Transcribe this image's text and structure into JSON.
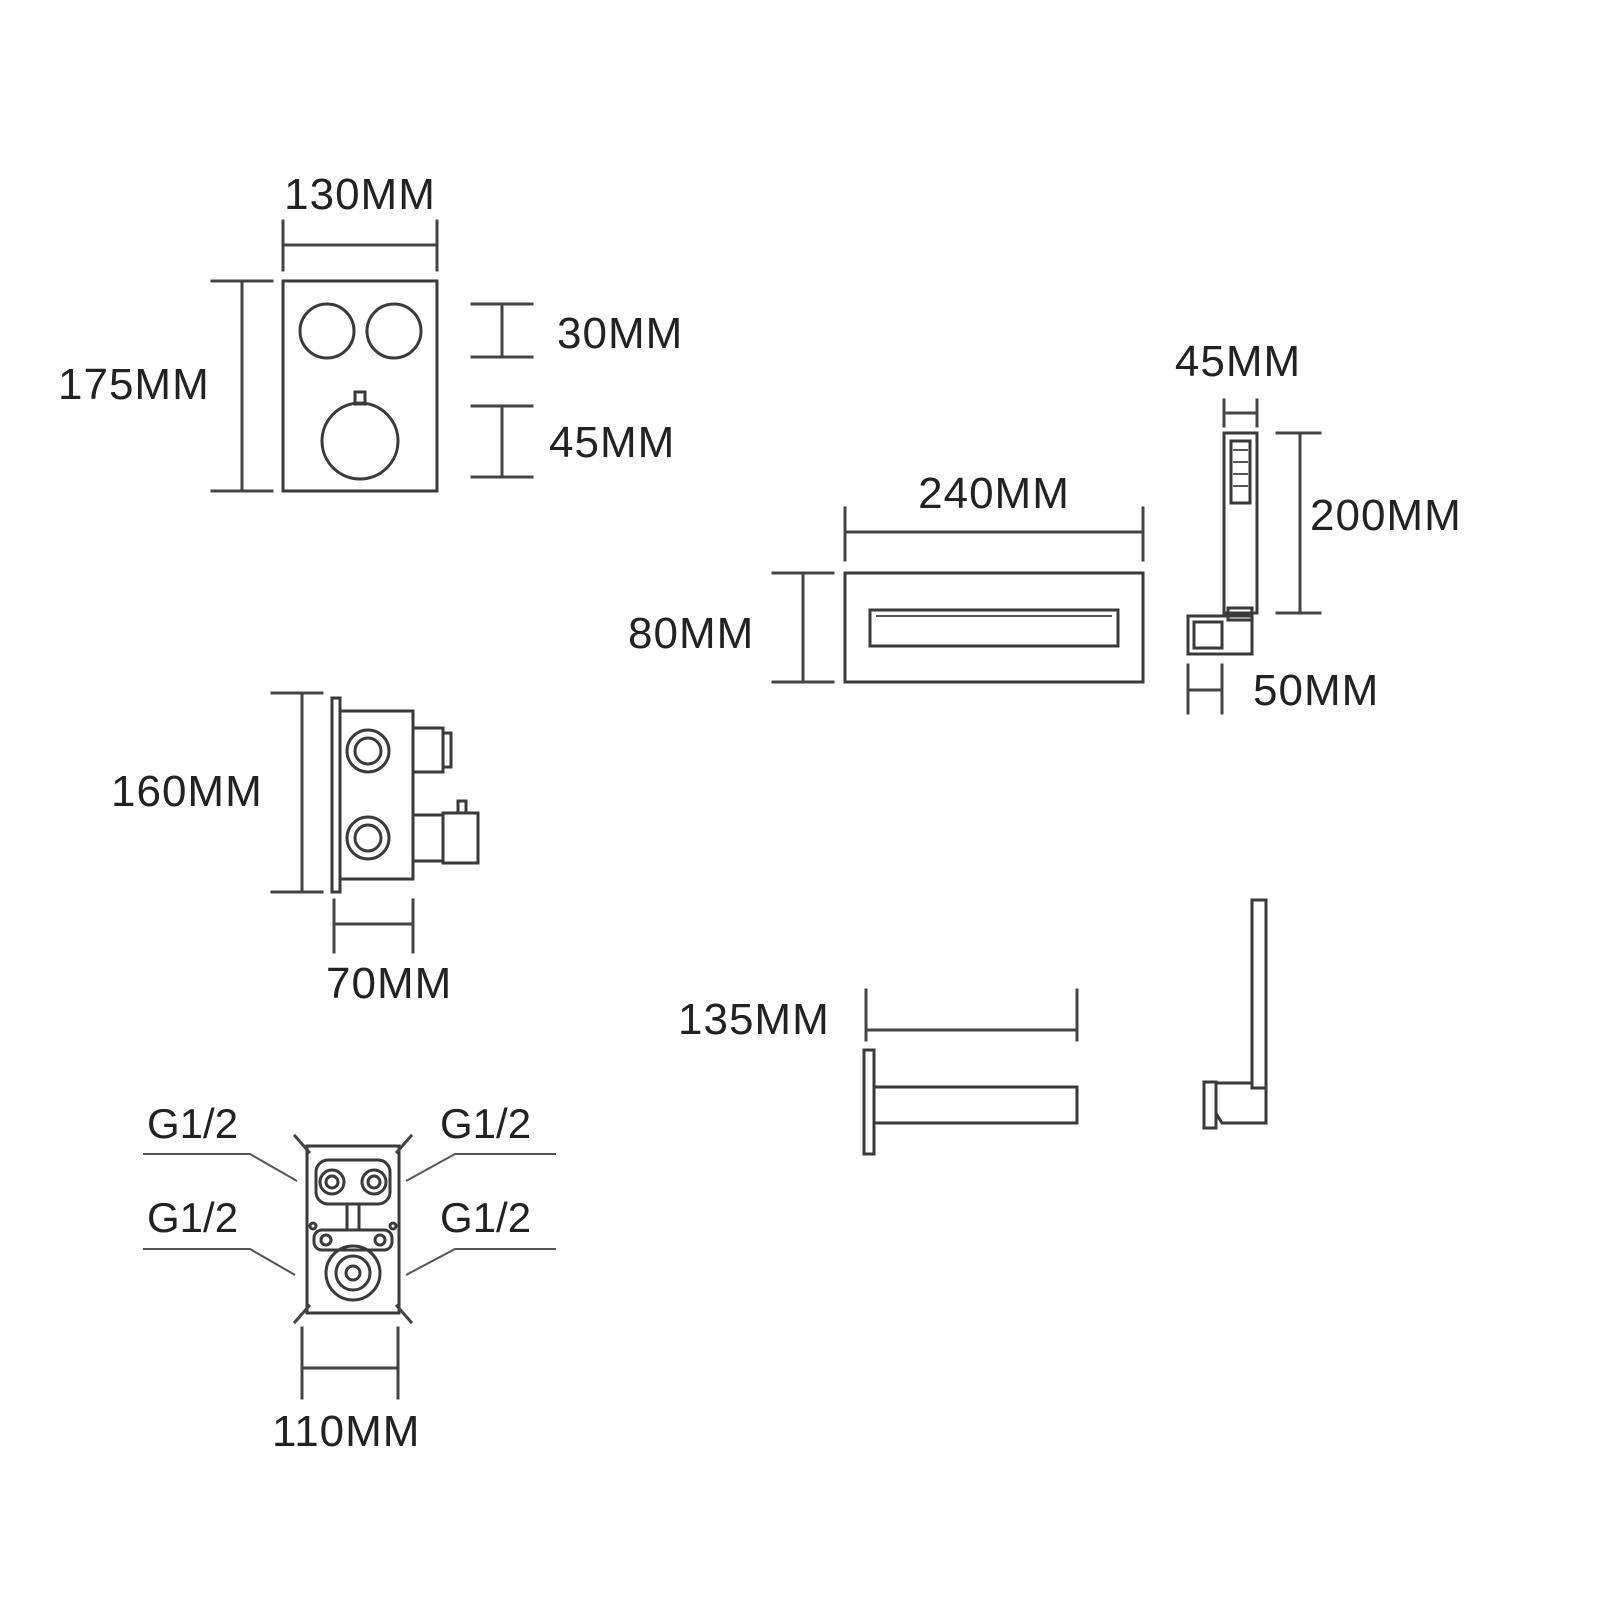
{
  "panel": {
    "width": "130MM",
    "height": "175MM",
    "small_knob": "30MM",
    "large_knob": "45MM"
  },
  "handshower": {
    "handle_width": "45MM",
    "length": "200MM",
    "holder": "50MM"
  },
  "spout": {
    "width": "240MM",
    "height": "80MM",
    "projection": "135MM"
  },
  "valve_side": {
    "height": "160MM",
    "depth": "70MM"
  },
  "valve_back": {
    "ports": [
      "G1/2",
      "G1/2",
      "G1/2",
      "G1/2"
    ],
    "width": "110MM"
  },
  "colors": {
    "line": "#444444",
    "text": "#222222",
    "background": "#ffffff"
  }
}
